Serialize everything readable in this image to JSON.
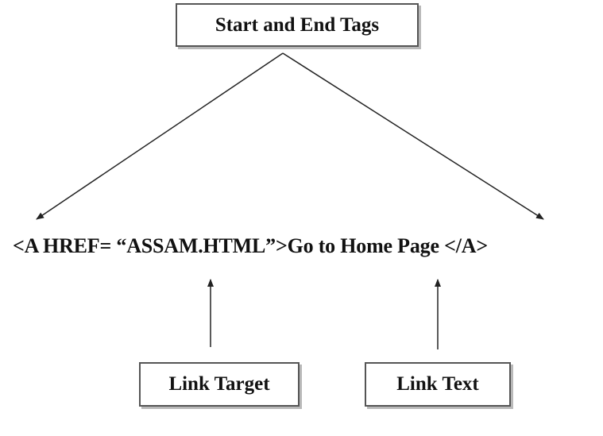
{
  "diagram": {
    "top_label": "Start and End Tags",
    "code_line": "<A HREF= “ASSAM.HTML”>Go to Home Page </A>",
    "left_bottom_label": "Link Target",
    "right_bottom_label": "Link Text"
  },
  "colors": {
    "line": "#222222",
    "box_border": "#555555",
    "box_shadow": "#b9b9b9",
    "text": "#111111"
  }
}
